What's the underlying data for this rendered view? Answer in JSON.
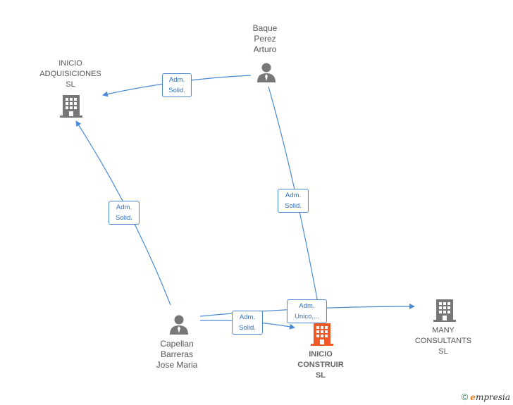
{
  "nodes": {
    "baque": {
      "label": "Baque\nPerez\nArturo",
      "type": "person"
    },
    "inicio_adquisiciones": {
      "label": "INICIO\nADQUISICIONES\nSL",
      "type": "company"
    },
    "capellan": {
      "label": "Capellan\nBarreras\nJose Maria",
      "type": "person"
    },
    "inicio_construir": {
      "label": "INICIO\nCONSTRUIR\nSL",
      "type": "company-focus"
    },
    "many_consultants": {
      "label": "MANY\nCONSULTANTS\nSL",
      "type": "company"
    }
  },
  "edges": [
    {
      "from": "baque",
      "to": "inicio_adquisiciones",
      "label": "Adm.\nSolid."
    },
    {
      "from": "baque",
      "to": "inicio_construir",
      "label": "Adm.\nSolid."
    },
    {
      "from": "capellan",
      "to": "inicio_adquisiciones",
      "label": "Adm.\nSolid."
    },
    {
      "from": "capellan",
      "to": "inicio_construir",
      "label": "Adm.\nSolid."
    },
    {
      "from": "capellan",
      "to": "many_consultants",
      "label": "Adm.\nUnico,..."
    }
  ],
  "colors": {
    "edge": "#4a8ad4",
    "node_icon": "#777777",
    "focus_icon": "#f05a28"
  },
  "footer": {
    "copyright_symbol": "©",
    "brand_initial": "e",
    "brand_rest": "mpresia"
  }
}
